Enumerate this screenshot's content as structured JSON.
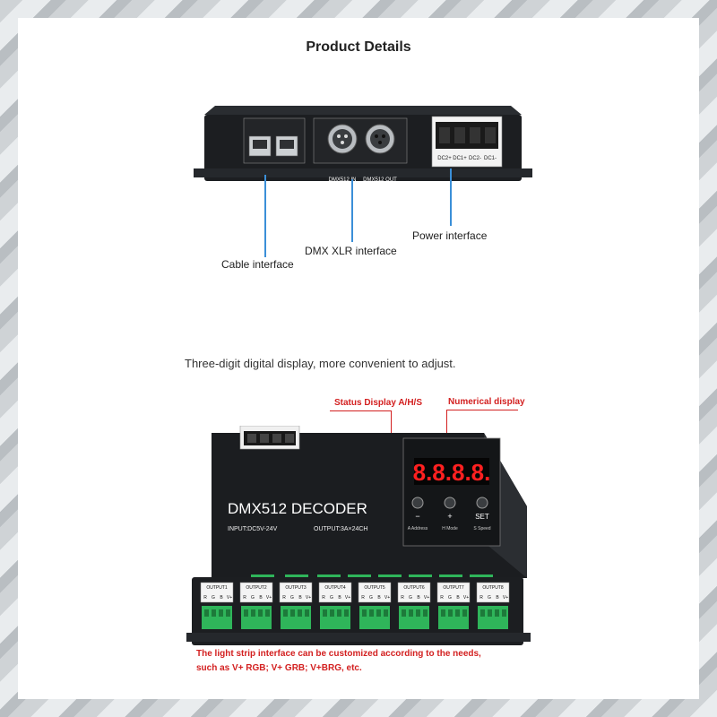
{
  "title": "Product Details",
  "labels": {
    "cable_interface": "Cable interface",
    "dmx_xlr_interface": "DMX XLR interface",
    "power_interface": "Power interface"
  },
  "port_labels": {
    "dmx_in": "DMX512 IN",
    "dmx_out": "DMX512 OUT",
    "dc2_plus": "DC2+",
    "dc1_plus": "DC1+",
    "dc2_minus": "DC2-",
    "dc1_minus": "DC1-"
  },
  "description": "Three-digit digital display, more convenient to adjust.",
  "annotations": {
    "status_display": "Status Display A/H/S",
    "numerical_display": "Numerical display"
  },
  "device": {
    "name": "DMX512 DECODER",
    "input": "INPUT:DC5V-24V",
    "output": "OUTPUT:3A×24CH",
    "digits": "8.8.8.8.",
    "buttons": [
      {
        "symbol": "−",
        "caption": "A Address"
      },
      {
        "symbol": "+",
        "caption": "H Mode"
      },
      {
        "symbol": "SET",
        "caption": "S Speed"
      }
    ]
  },
  "outputs": [
    "OUTPUT1",
    "OUTPUT2",
    "OUTPUT3",
    "OUTPUT4",
    "OUTPUT5",
    "OUTPUT6",
    "OUTPUT7",
    "OUTPUT8"
  ],
  "channel_letters": [
    "R",
    "G",
    "B",
    "V+"
  ],
  "footnote": {
    "line1": "The light strip interface can be customized according to the needs,",
    "line2": "such as V+ RGB; V+ GRB; V+BRG, etc."
  }
}
